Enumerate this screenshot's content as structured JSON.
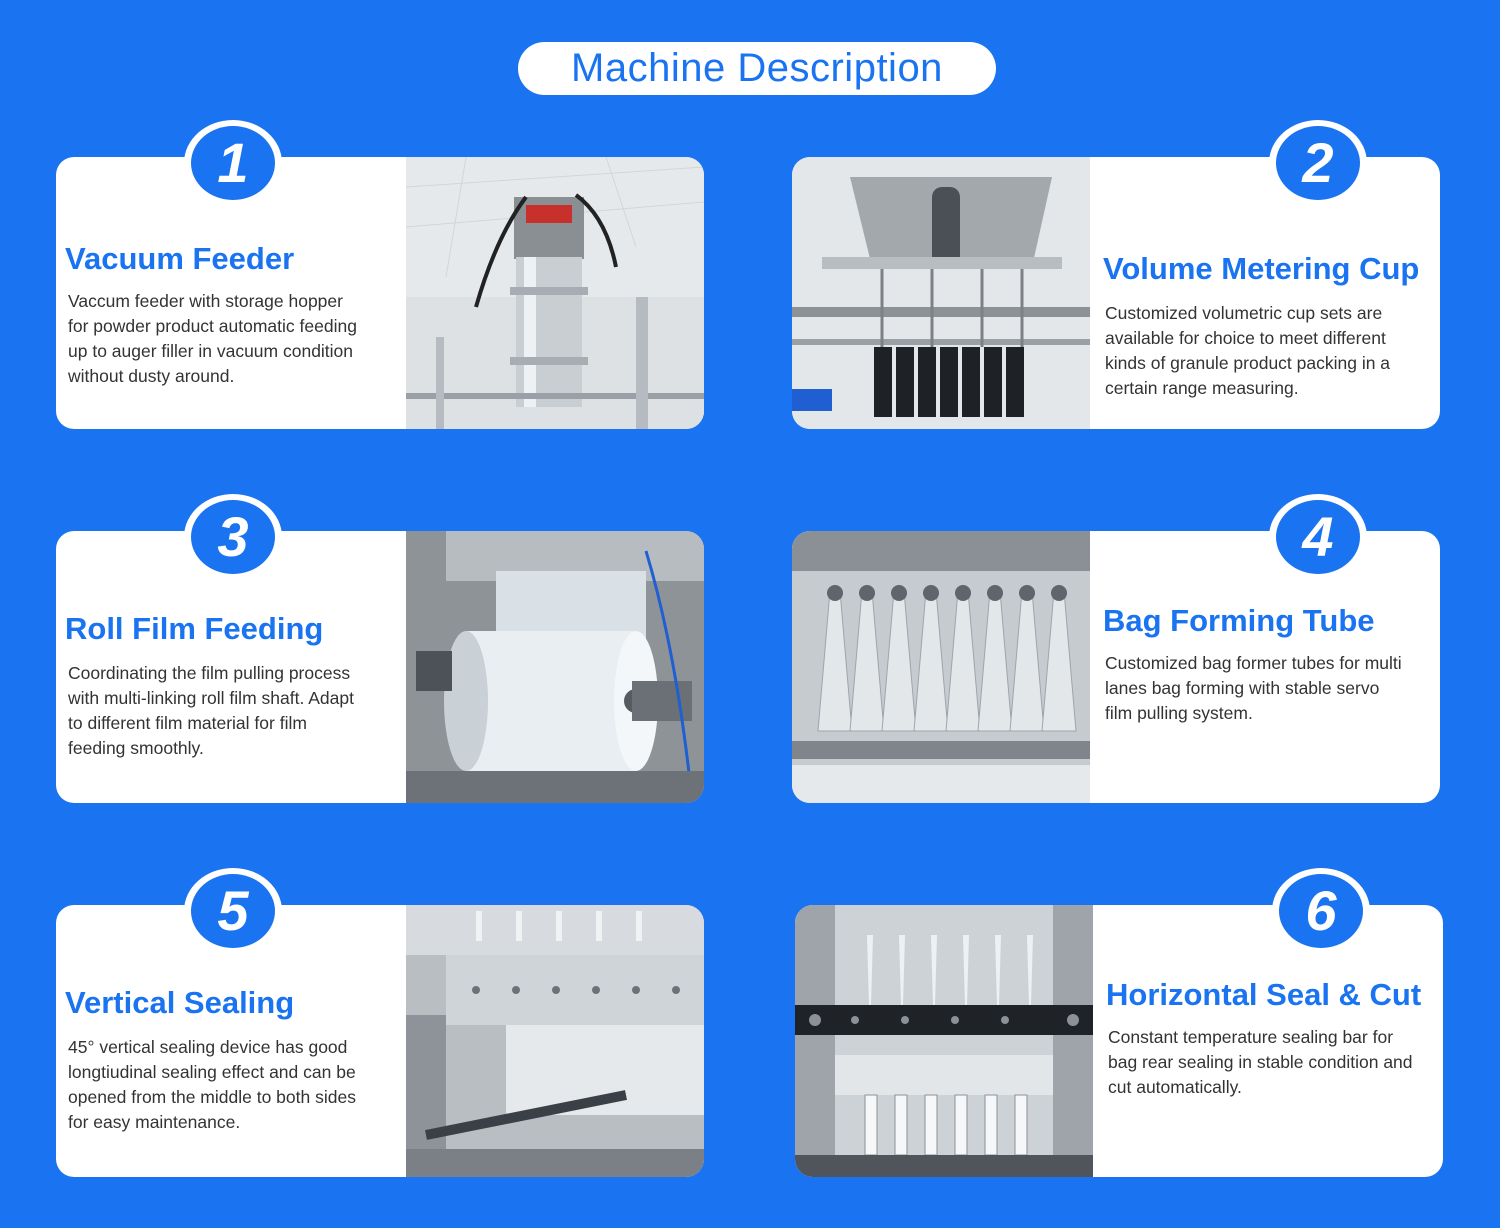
{
  "page": {
    "title": "Machine Description"
  },
  "colors": {
    "background": "#1a73f0",
    "card": "#ffffff",
    "accent": "#1a73f0",
    "text": "#333333"
  },
  "features": [
    {
      "number": "1",
      "title": "Vacuum Feeder",
      "description": "Vaccum feeder with storage hopper for powder product automatic feeding up to auger filler in vacuum condition without dusty around.",
      "photo": "vacuum-feeder-photo"
    },
    {
      "number": "2",
      "title": "Volume Metering Cup",
      "description": "Customized volumetric cup sets are available for choice to meet different kinds of granule product packing in a certain range measuring.",
      "photo": "volume-metering-cup-photo"
    },
    {
      "number": "3",
      "title": "Roll Film Feeding",
      "description": "Coordinating the film pulling process with multi-linking roll film shaft. Adapt to different film material for film feeding smoothly.",
      "photo": "roll-film-photo"
    },
    {
      "number": "4",
      "title": "Bag Forming Tube",
      "description": "Customized bag former tubes for multi lanes bag forming with stable servo film pulling system.",
      "photo": "bag-forming-tube-photo"
    },
    {
      "number": "5",
      "title": "Vertical Sealing",
      "description": "45° vertical sealing device has good longtiudinal sealing effect and can be opened from the middle to both sides for easy maintenance.",
      "photo": "vertical-sealing-photo"
    },
    {
      "number": "6",
      "title": "Horizontal Seal & Cut",
      "description": "Constant temperature sealing bar for bag rear sealing in stable condition and cut automatically.",
      "photo": "horizontal-seal-cut-photo"
    }
  ]
}
